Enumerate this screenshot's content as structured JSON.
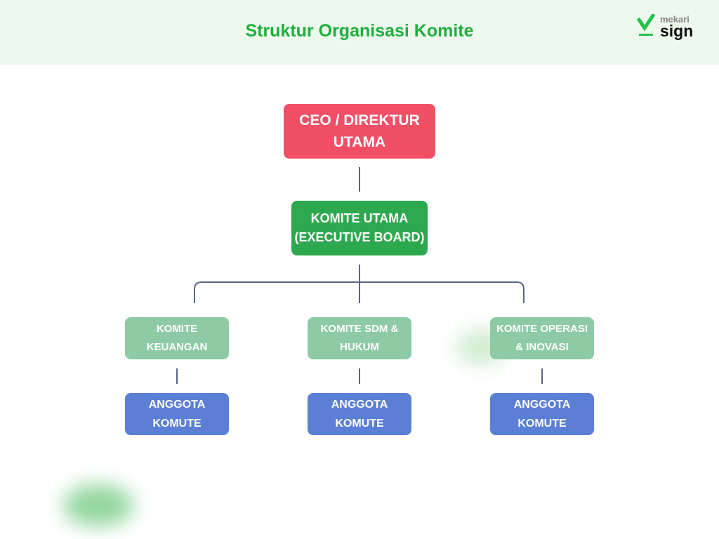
{
  "header": {
    "title": "Struktur Organisasi Komite",
    "logo_top": "mekari",
    "logo_bottom": "sign"
  },
  "colors": {
    "ceo": "#f04f66",
    "main": "#2ea84f",
    "committee": "#8ecaa6",
    "member": "#5b7fd4"
  },
  "nodes": {
    "ceo": "CEO / DIREKTUR\nUTAMA",
    "main": "KOMITE UTAMA\n(EXECUTIVE BOARD)",
    "committees": [
      {
        "label": "KOMITE\nKEUANGAN",
        "member": "ANGGOTA\nKOMUTE"
      },
      {
        "label": "KOMITE SDM &\nHUKUM",
        "member": "ANGGOTA\nKOMUTE"
      },
      {
        "label": "KOMITE OPERASI\n& INOVASI",
        "member": "ANGGOTA\nKOMUTE"
      }
    ]
  }
}
